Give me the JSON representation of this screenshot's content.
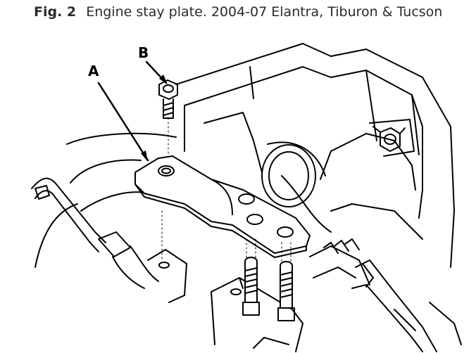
{
  "figure": {
    "number": "Fig. 2",
    "description": "Engine stay plate. 2004-07 Elantra, Tiburon & Tucson"
  },
  "callouts": {
    "a": "A",
    "b": "B"
  }
}
